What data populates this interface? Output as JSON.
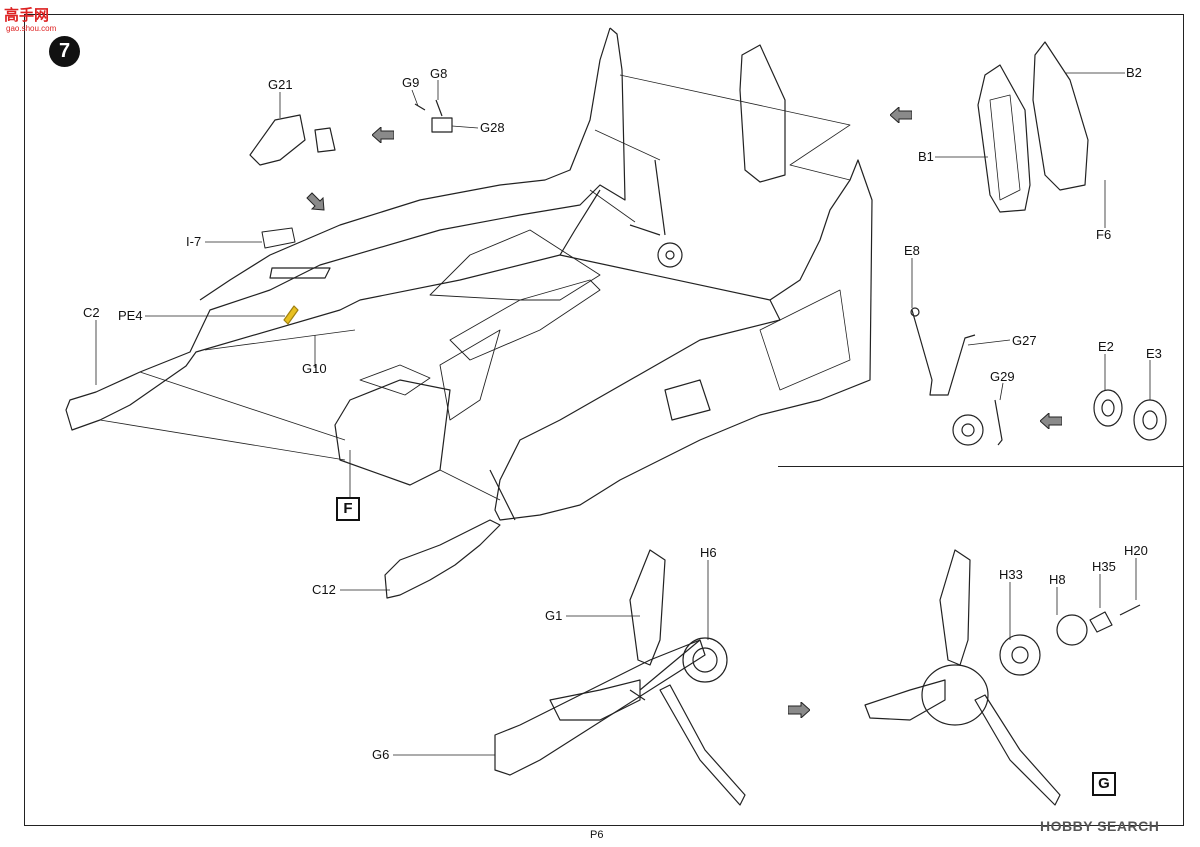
{
  "step": {
    "number": "7"
  },
  "page": {
    "number": "P6"
  },
  "watermarks": {
    "top_left": "高手网",
    "top_left_sub": "gao.shou.com",
    "bottom_right": "HOBBY SEARCH"
  },
  "sub_assemblies": {
    "fuselage": "F",
    "propeller": "G"
  },
  "part_labels": {
    "G21": "G21",
    "G9": "G9",
    "G8": "G8",
    "G28": "G28",
    "B2": "B2",
    "B1": "B1",
    "F6": "F6",
    "I7": "I-7",
    "C2": "C2",
    "PE4": "PE4",
    "G10": "G10",
    "E8": "E8",
    "G27": "G27",
    "E2": "E2",
    "E3": "E3",
    "G29": "G29",
    "C12": "C12",
    "G1": "G1",
    "H6": "H6",
    "G6": "G6",
    "H33": "H33",
    "H8": "H8",
    "H35": "H35",
    "H20": "H20"
  },
  "colors": {
    "line": "#222222",
    "arrow_fill": "#8a8a8a",
    "accent_watermark": "#dd2222",
    "etch_part": "#e8c020"
  }
}
